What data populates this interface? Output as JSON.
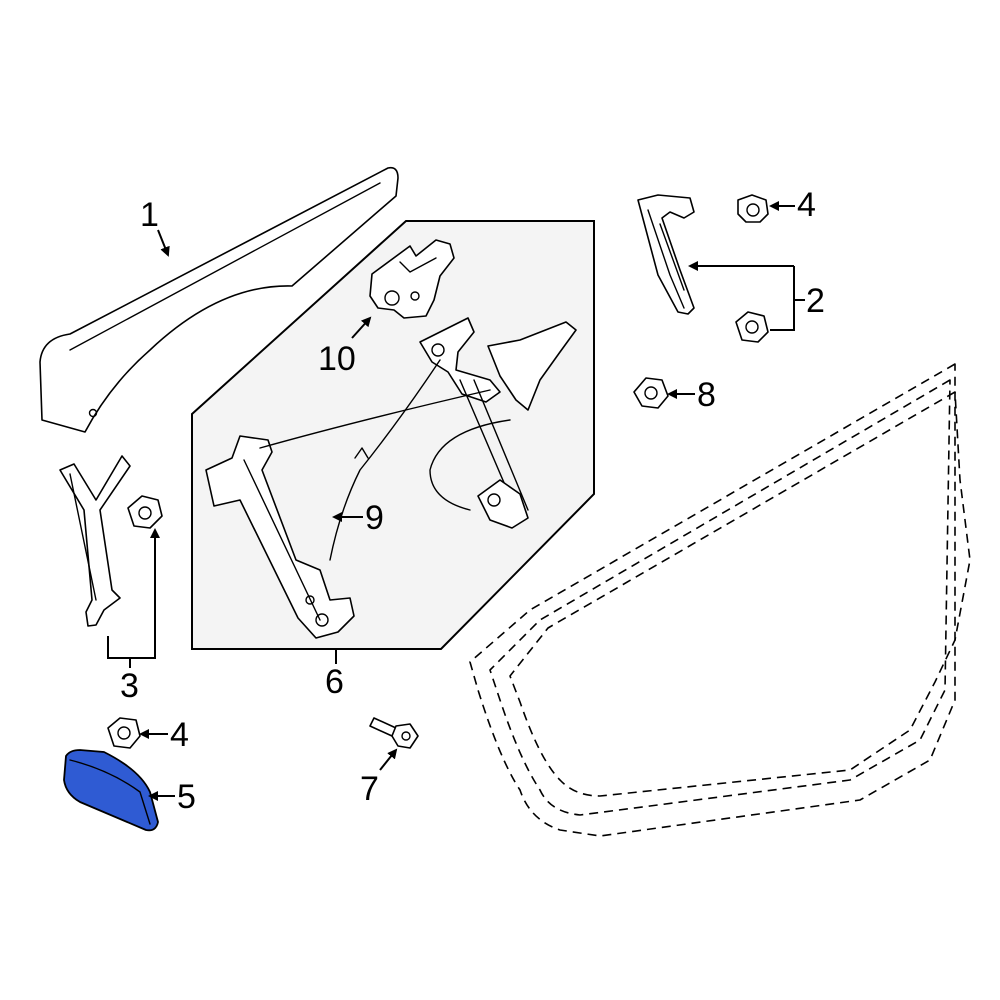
{
  "highlight_color": "#2f5bd3",
  "callouts": {
    "c1": "1",
    "c2": "2",
    "c3": "3",
    "c4a": "4",
    "c4b": "4",
    "c5": "5",
    "c6": "6",
    "c7": "7",
    "c8": "8",
    "c9": "9",
    "c10": "10"
  }
}
